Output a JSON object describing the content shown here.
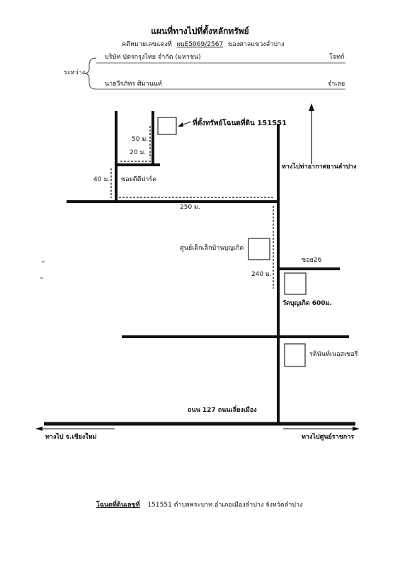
{
  "header": {
    "title": "แผนที่ทางไปที่ตั้งหลักทรัพย์",
    "case_label": "คดีหมายเลขแดงที่",
    "case_no": "ผบE5069/2567",
    "court": "ของศาลแขวงลำปาง",
    "between": "ระหว่าง",
    "plaintiff": "บริษัท บัตรกรุงไทย จำกัด (มหาชน)",
    "plaintiff_role": "โจทก์",
    "defendant": "นายวีรภัทร  ศิมานนท์",
    "defendant_role": "จำเลย"
  },
  "map": {
    "property_label": "ที่ตั้งทรัพย์โฉนดที่ดิน 151551",
    "d50": "50 ม.",
    "d20": "20 ม.",
    "d40": "40 ม.",
    "soi_tee": "ซอยตีตีปาร์ค",
    "d250": "250 ม.",
    "to_airport": "ทางไปท่าอากาศยานลำปาง",
    "childcare": "ศูนย์เด็กเล็กบ้านบุญเกิด",
    "soi26": "ซอย26",
    "d240": "240 ม.",
    "temple": "วัดบุญเกิด 600ม.",
    "nursery": "รตินันท์เนอสเซอรี่",
    "main_road": "ถนน 127 ถนนเลี่ยงเมือง",
    "to_chiangmai": "ทางไป จ.เชียงใหม่",
    "to_govcenter": "ทางไปศูนย์ราชการ"
  },
  "footer": {
    "deed_label": "โฉนดที่ดินเลขที่",
    "deed_detail": "151551  ตำบลพระบาท  อำเภอเมืองลำปาง  จังหวัดลำปาง"
  }
}
